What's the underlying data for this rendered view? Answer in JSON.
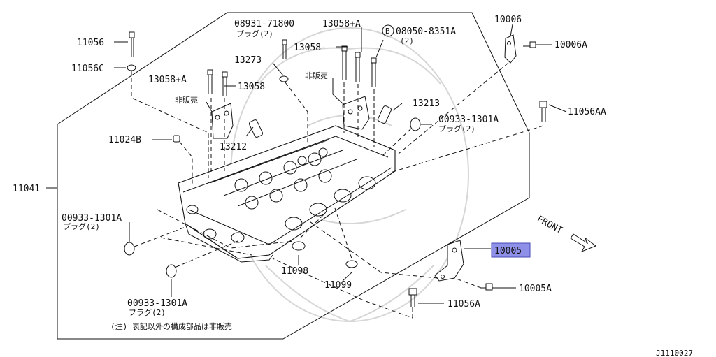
{
  "diagram_id": "J1110027",
  "highlight_color": "#8f90e8",
  "labels": {
    "p11056": "11056",
    "p11056C": "11056C",
    "p08931": "08931-71800",
    "plug2": "プラグ(2)",
    "p13058A_top": "13058+A",
    "p13058_top": "13058-",
    "p08050": "08050-8351A",
    "p08050_qty": "(2)",
    "b_mark": "B",
    "p10006": "10006",
    "p10006A": "10006A",
    "p13273": "13273",
    "p13058A_left": "13058+A",
    "p13058_left": "13058",
    "not_sold": "非販売",
    "p13213": "13213",
    "p00933_right": "00933-1301A",
    "p11056AA": "11056AA",
    "p11024B": "11024B",
    "p13212": "13212",
    "p11041": "11041",
    "p00933_left": "00933-1301A",
    "p11098": "11098",
    "p11099": "11099",
    "front": "FRONT",
    "p10005": "10005",
    "p10005A": "10005A",
    "p11056A": "11056A",
    "p00933_bottom": "00933-1301A",
    "note": "(注) 表記以外の構成部品は非販売"
  }
}
